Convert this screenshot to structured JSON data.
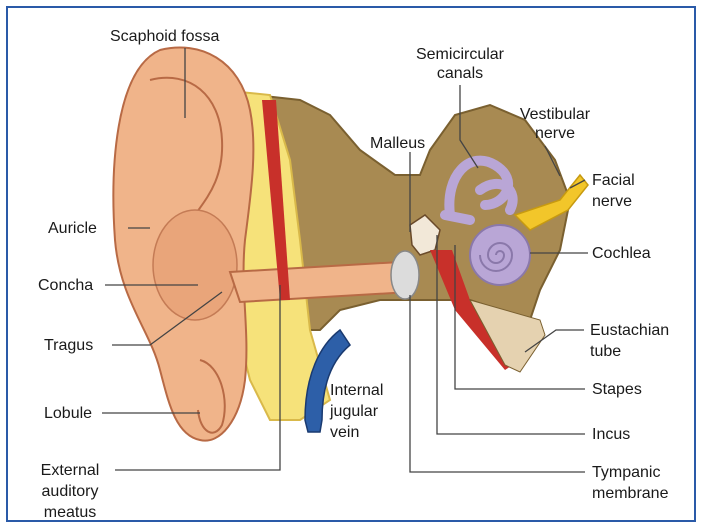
{
  "diagram": {
    "labels": {
      "scaphoid_fossa": "Scaphoid fossa",
      "semicircular_canals_1": "Semicircular",
      "semicircular_canals_2": "canals",
      "vestibular_nerve_1": "Vestibular",
      "vestibular_nerve_2": "nerve",
      "malleus": "Malleus",
      "facial_nerve_1": "Facial",
      "facial_nerve_2": "nerve",
      "auricle": "Auricle",
      "cochlea": "Cochlea",
      "concha": "Concha",
      "eustachian_tube_1": "Eustachian",
      "eustachian_tube_2": "tube",
      "tragus": "Tragus",
      "internal_jugular_vein_1": "Internal",
      "internal_jugular_vein_2": "jugular",
      "internal_jugular_vein_3": "vein",
      "stapes": "Stapes",
      "lobule": "Lobule",
      "incus": "Incus",
      "external_auditory_meatus_1": "External",
      "external_auditory_meatus_2": "auditory",
      "external_auditory_meatus_3": "meatus",
      "tympanic_membrane_1": "Tympanic",
      "tympanic_membrane_2": "membrane"
    },
    "colors": {
      "border": "#2a5aa8",
      "skin": "#f0b48a",
      "skin_dark": "#d98b63",
      "cartilage": "#f6e27a",
      "bone": "#a88a52",
      "bone_dark": "#7a6030",
      "canals": "#b9a6d6",
      "vein": "#2d5fa8",
      "artery": "#c8302a",
      "nerve": "#f2c62a",
      "leader": "#444444"
    }
  }
}
